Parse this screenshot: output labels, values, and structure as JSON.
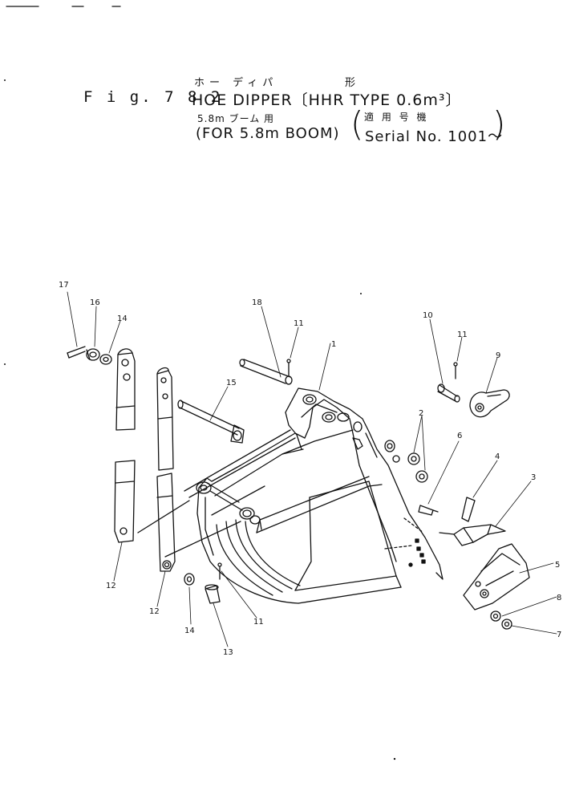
{
  "header": {
    "fig_label": "F i g. 7 8 2",
    "title": "HOE DIPPER〔HHR TYPE 0.6m³〕",
    "kana_title": "ホー ディパ",
    "kana_type": "形",
    "kana_boom": "5.8m ブーム 用",
    "boom": "(FOR 5.8m BOOM)",
    "kana_serial": "適 用 号 機",
    "serial": "Serial No. 1001～"
  },
  "callouts": [
    "1",
    "2",
    "3",
    "4",
    "5",
    "6",
    "7",
    "8",
    "9",
    "10",
    "11",
    "11",
    "11",
    "12",
    "12",
    "13",
    "14",
    "14",
    "15",
    "16",
    "17",
    "18"
  ]
}
